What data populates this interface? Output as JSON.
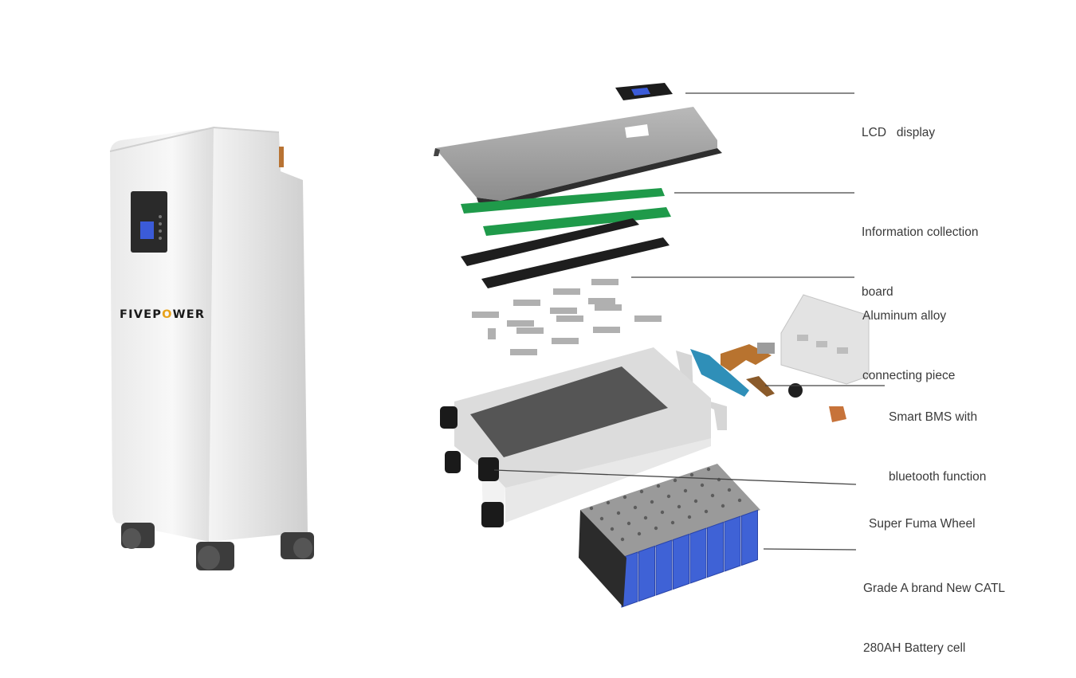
{
  "product": {
    "brand_prefix": "FIVEP",
    "brand_accent": "O",
    "brand_suffix": "WER",
    "brand_accent_color": "#e7a21b"
  },
  "callouts": [
    {
      "id": "lcd",
      "lines": [
        "LCD   display"
      ]
    },
    {
      "id": "info-board",
      "lines": [
        "Information collection",
        "board"
      ]
    },
    {
      "id": "alu-piece",
      "lines": [
        "Aluminum alloy",
        "connecting piece"
      ]
    },
    {
      "id": "bms",
      "lines": [
        "Smart BMS with",
        "bluetooth function"
      ]
    },
    {
      "id": "wheel",
      "lines": [
        "Super Fuma Wheel"
      ]
    },
    {
      "id": "cells",
      "lines": [
        "Grade A brand New CATL",
        "280AH Battery cell"
      ]
    }
  ],
  "colors": {
    "cell_blue": "#3f62d6",
    "pcb_green": "#1f9a4a",
    "cabinet_white": "#eeeeee",
    "screen_blue": "#3b5bd8",
    "leader_line": "#444444"
  }
}
